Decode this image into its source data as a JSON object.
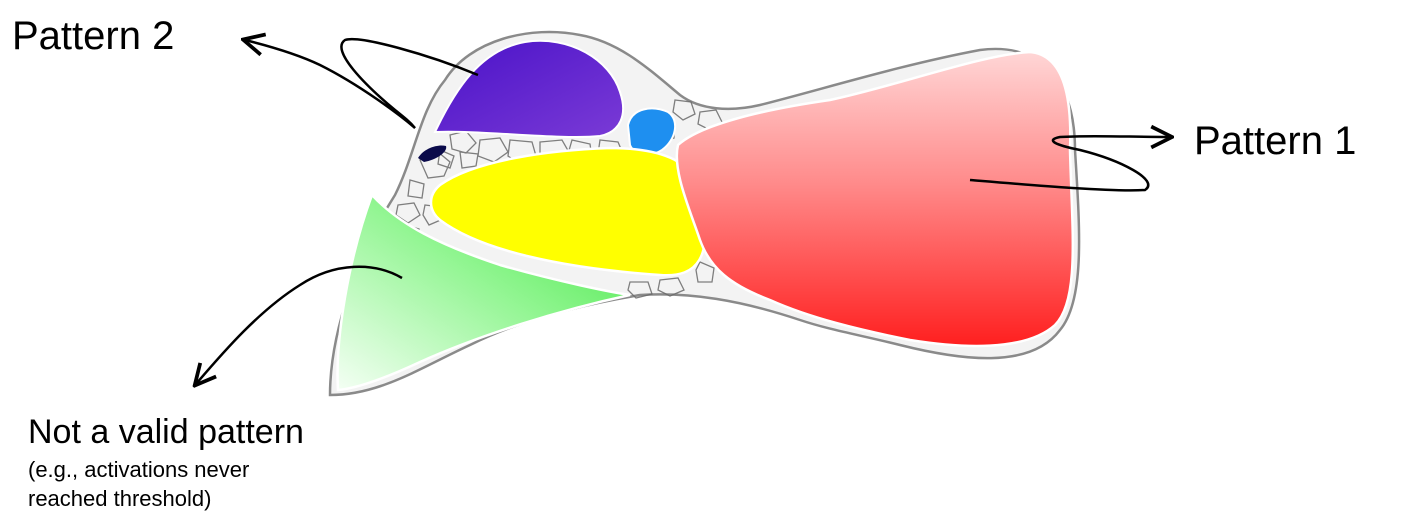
{
  "labels": {
    "pattern2": "Pattern 2",
    "pattern1": "Pattern 1",
    "invalid": "Not a valid pattern",
    "invalid_note_line1": "(e.g., activations never",
    "invalid_note_line2": "reached threshold)"
  },
  "colors": {
    "purple": "#5a1fc0",
    "blue": "#1e8ff0",
    "navy": "#0a0a4a",
    "yellow": "#ffff00",
    "green": "#55ee55",
    "red": "#ff2a2a",
    "outline": "#8a8a8a",
    "arrow": "#000000"
  }
}
